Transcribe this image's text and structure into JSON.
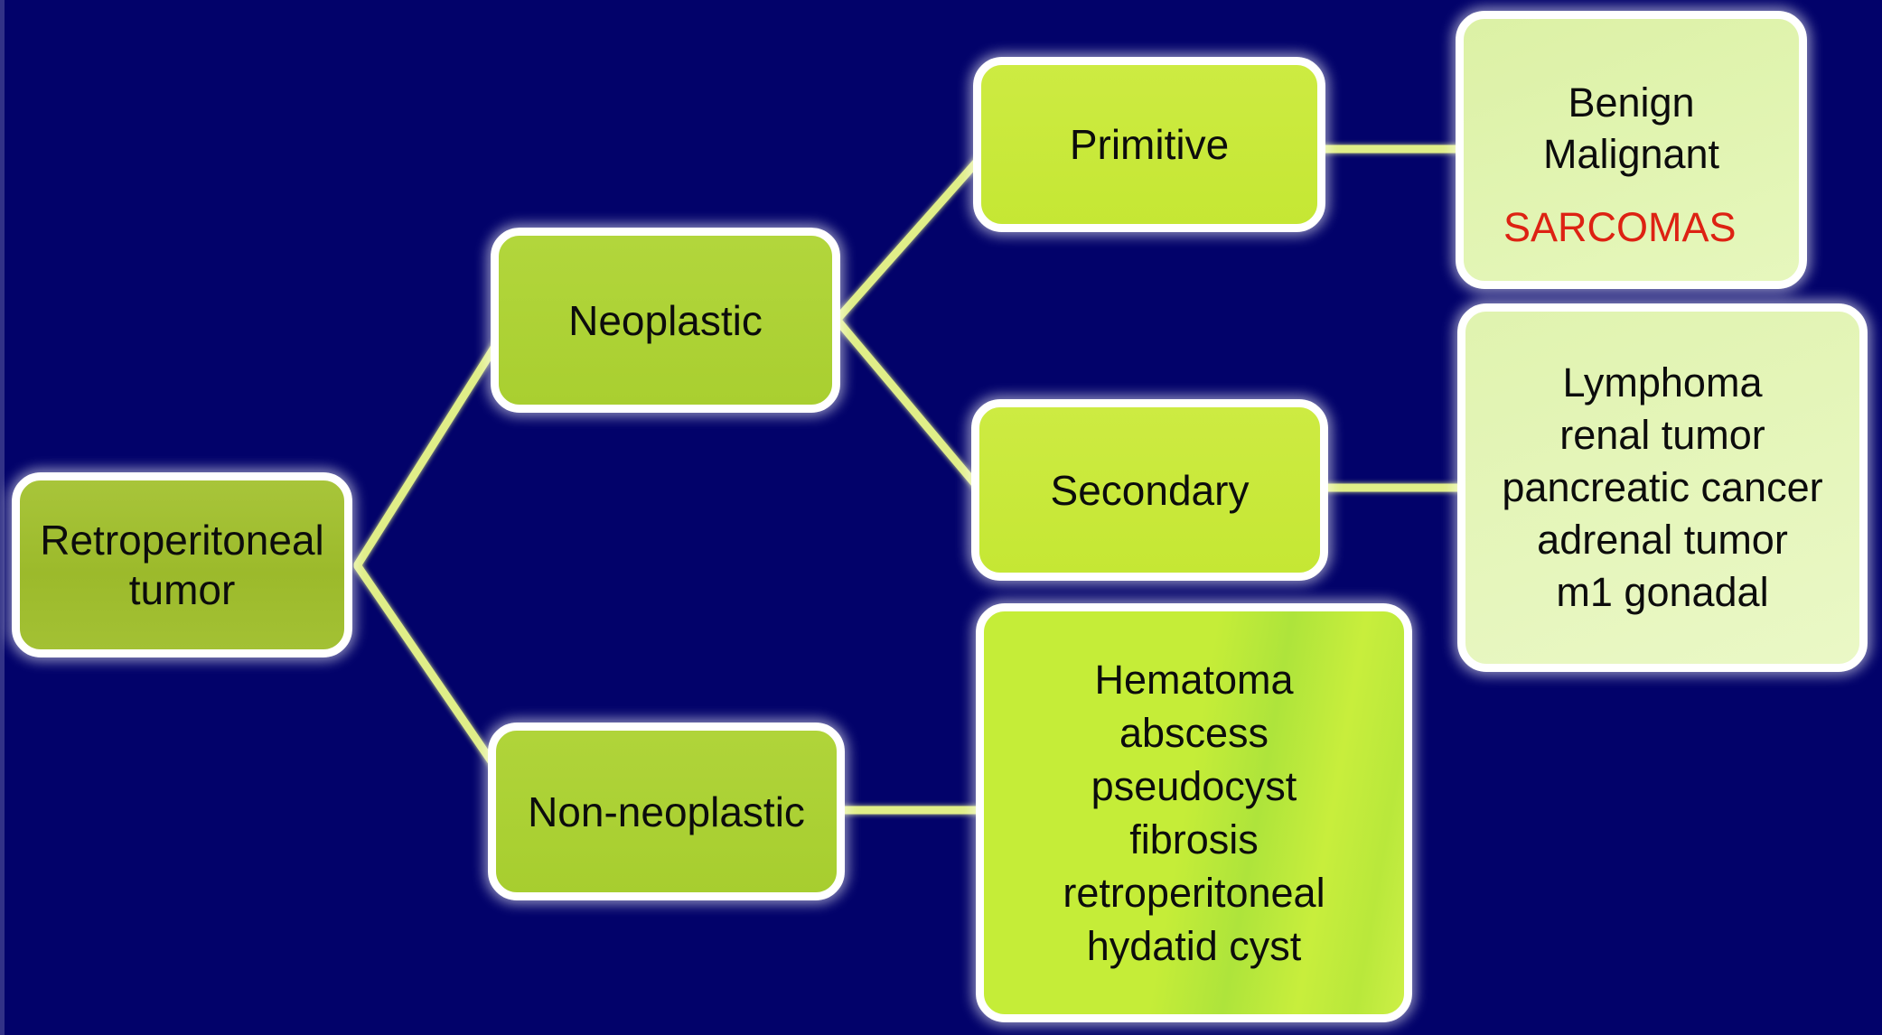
{
  "title": "Retroperitoneal tumor classification diagram",
  "colors": {
    "background": "#02026a",
    "connector_line": "#e0ee88",
    "node_border": "#ffffff",
    "root_fill": "#9fbd2f",
    "branch_fill": "#aed334",
    "sub_branch_fill": "#c9e93c",
    "pale_leaf_fill": "#def2ab",
    "bright_leaf_fill": "#c6ee39",
    "text": "#0c0c0c",
    "highlight_text": "#dd2213"
  },
  "nodes": {
    "root": {
      "label": "Retroperitoneal tumor"
    },
    "neoplastic": {
      "label": "Neoplastic"
    },
    "non_neoplastic": {
      "label": "Non-neoplastic"
    },
    "primitive": {
      "label": "Primitive"
    },
    "secondary": {
      "label": "Secondary"
    },
    "primitive_types": {
      "items": [
        "Benign",
        "Malignant"
      ],
      "highlight": "SARCOMAS"
    },
    "secondary_types": {
      "items": [
        "Lymphoma",
        "renal tumor",
        "pancreatic cancer",
        "adrenal tumor",
        "m1 gonadal"
      ]
    },
    "non_neoplastic_types": {
      "items": [
        "Hematoma",
        "abscess",
        "pseudocyst",
        "fibrosis",
        "retroperitoneal",
        "hydatid cyst"
      ]
    }
  }
}
